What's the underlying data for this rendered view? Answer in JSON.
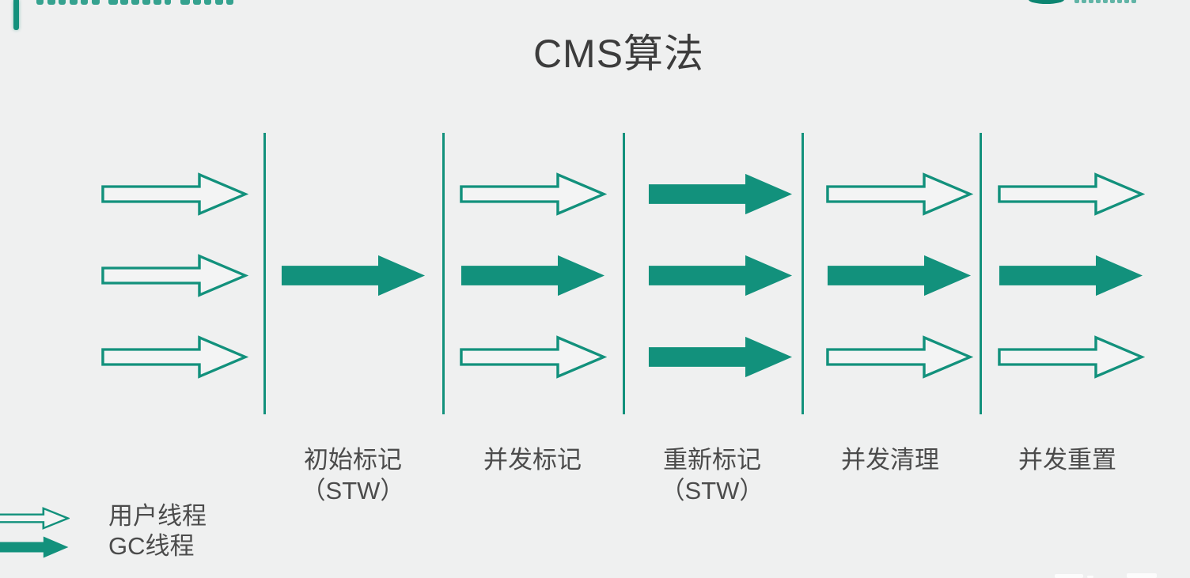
{
  "title": "CMS算法",
  "colors": {
    "accent": "#12917c",
    "background": "#eff0f0",
    "title_text": "#3c3c3c",
    "label_text": "#4b4b4b",
    "outline_arrow_fill": "#f3f4f4"
  },
  "diagram": {
    "columns": [
      {
        "name": "user-running",
        "label": "",
        "sublabel": "",
        "arrows": [
          "user",
          "user",
          "user"
        ]
      },
      {
        "name": "initial-mark",
        "label": "初始标记",
        "sublabel": "（STW）",
        "arrows": [
          null,
          "gc",
          null
        ]
      },
      {
        "name": "concurrent-mark",
        "label": "并发标记",
        "sublabel": "",
        "arrows": [
          "user",
          "gc",
          "user"
        ]
      },
      {
        "name": "remark",
        "label": "重新标记",
        "sublabel": "（STW）",
        "arrows": [
          "gc",
          "gc",
          "gc"
        ]
      },
      {
        "name": "concurrent-sweep",
        "label": "并发清理",
        "sublabel": "",
        "arrows": [
          "user",
          "gc",
          "user"
        ]
      },
      {
        "name": "concurrent-reset",
        "label": "并发重置",
        "sublabel": "",
        "arrows": [
          "user",
          "gc",
          "user"
        ]
      }
    ]
  },
  "legend": {
    "items": [
      {
        "type": "user",
        "label": "用户线程"
      },
      {
        "type": "gc",
        "label": "GC线程"
      }
    ]
  }
}
